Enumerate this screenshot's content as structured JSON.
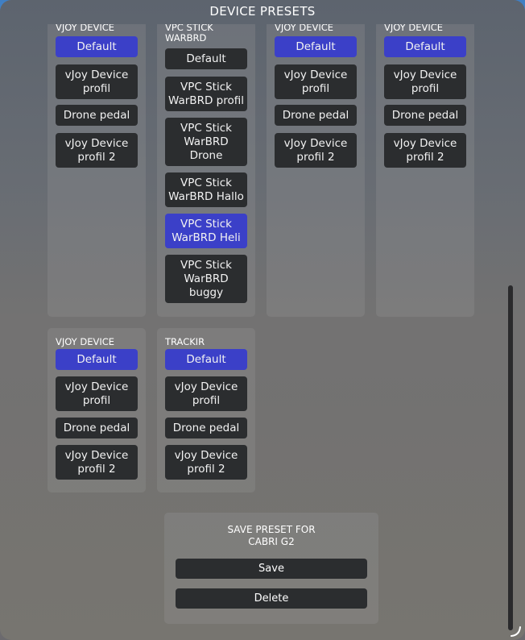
{
  "title": "DEVICE PRESETS",
  "groups": [
    {
      "title": "VJOY DEVICE",
      "presets": [
        "Default",
        "vJoy Device profil",
        "Drone pedal",
        "vJoy Device profil 2"
      ],
      "selected": "Default"
    },
    {
      "title": "VPC STICK WARBRD",
      "presets": [
        "Default",
        "VPC Stick WarBRD profil",
        "VPC Stick WarBRD Drone",
        "VPC Stick WarBRD Hallo",
        "VPC Stick WarBRD Heli",
        "VPC Stick WarBRD buggy"
      ],
      "selected": "VPC Stick WarBRD Heli"
    },
    {
      "title": "VJOY DEVICE",
      "presets": [
        "Default",
        "vJoy Device profil",
        "Drone pedal",
        "vJoy Device profil 2"
      ],
      "selected": "Default"
    },
    {
      "title": "VJOY DEVICE",
      "presets": [
        "Default",
        "vJoy Device profil",
        "Drone pedal",
        "vJoy Device profil 2"
      ],
      "selected": "Default"
    },
    {
      "title": "VJOY DEVICE",
      "presets": [
        "Default",
        "vJoy Device profil",
        "Drone pedal",
        "vJoy Device profil 2"
      ],
      "selected": "Default"
    },
    {
      "title": "TRACKIR",
      "presets": [
        "Default",
        "vJoy Device profil",
        "Drone pedal",
        "vJoy Device profil 2"
      ],
      "selected": "Default"
    }
  ],
  "save_panel": {
    "title_line1": "SAVE PRESET FOR",
    "title_line2": "CABRI G2",
    "save_label": "Save",
    "delete_label": "Delete"
  },
  "colors": {
    "selected": "#3b40c8",
    "button": "#2b2d2f",
    "text": "#ffffff"
  }
}
